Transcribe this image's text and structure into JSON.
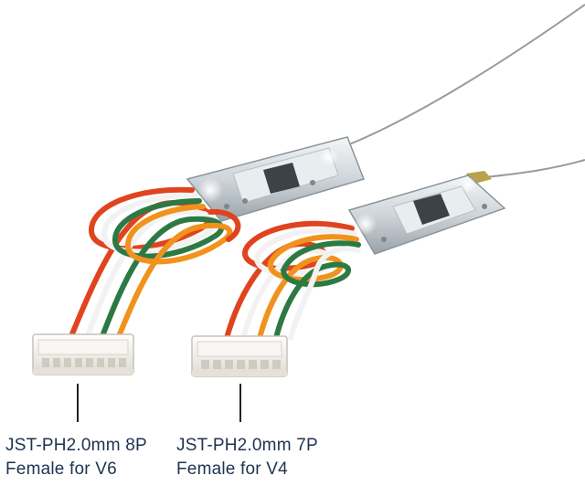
{
  "captions": {
    "left": {
      "line1": "JST-PH2.0mm 8P",
      "line2": "Female for V6"
    },
    "right": {
      "line1": "JST-PH2.0mm 7P",
      "line2": "Female for V4"
    }
  },
  "colors": {
    "background": "#ffffff",
    "caption_text": "#1f3350",
    "wire_red": "#e0441f",
    "wire_orange": "#f0931e",
    "wire_green": "#2c7a43",
    "wire_white": "#f2f2f2",
    "antenna": "#9a9a9a",
    "connector": "#f1efe9",
    "board": "#d9dee2"
  }
}
